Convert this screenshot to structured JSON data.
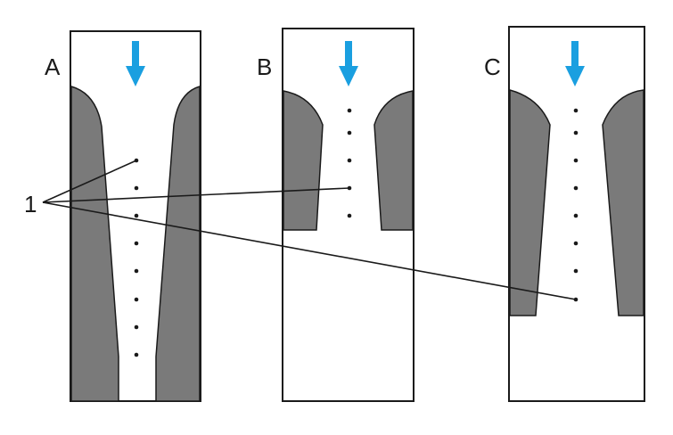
{
  "panels": [
    {
      "label": "A"
    },
    {
      "label": "B"
    },
    {
      "label": "C"
    }
  ],
  "callout": {
    "label": "1"
  },
  "colors": {
    "flow_arrow": "#1a9fe0",
    "wall": "#7a7a7a",
    "outline": "#1a1a1a",
    "background": "#ffffff"
  },
  "icons": {
    "flow": "arrow-down-icon"
  }
}
